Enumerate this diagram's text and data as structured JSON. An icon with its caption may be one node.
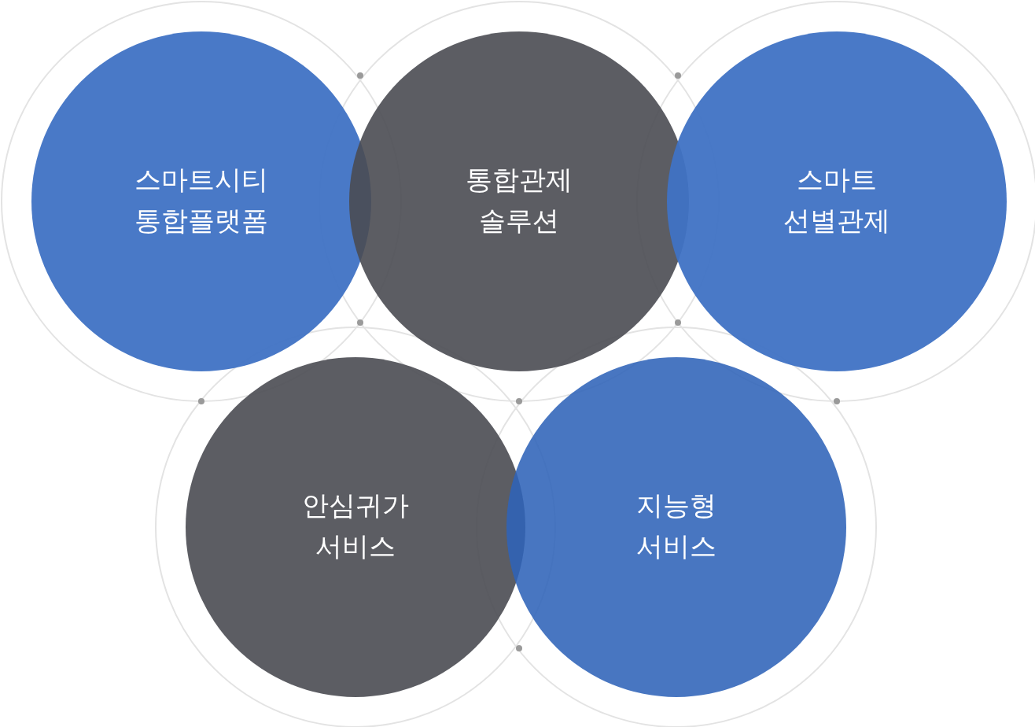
{
  "diagram": {
    "nodes": [
      {
        "text": [
          "스마트시티 통합플랫폼"
        ]
      },
      {
        "text": [
          "통합관제 솔루션"
        ]
      },
      {
        "text": [
          "스마트 선별관제"
        ]
      },
      {
        "text": [
          "안심귀가 서비스"
        ]
      },
      {
        "text": [
          "지능형 서비스"
        ]
      }
    ]
  }
}
